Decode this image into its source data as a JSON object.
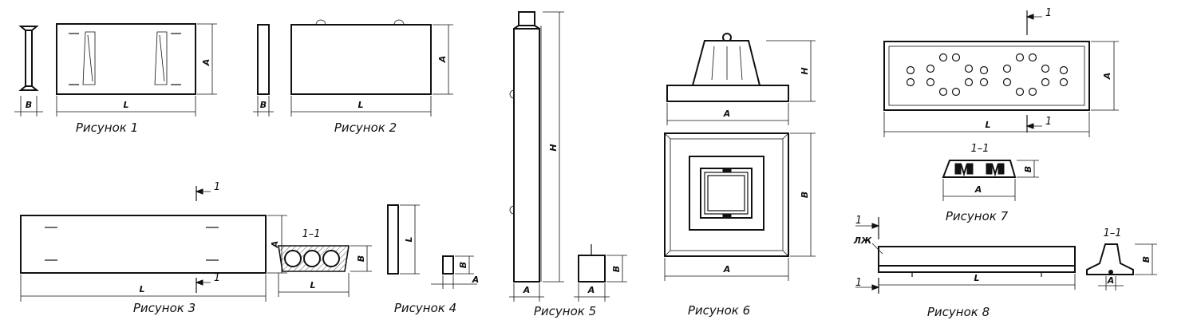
{
  "figures": {
    "f1": {
      "caption": "Рисунок 1",
      "dim_b": "В",
      "dim_l": "L",
      "dim_a": "А"
    },
    "f2": {
      "caption": "Рисунок 2",
      "dim_b": "В",
      "dim_l": "L",
      "dim_a": "А"
    },
    "f3": {
      "caption": "Рисунок 3",
      "dim_l": "L",
      "dim_a": "А",
      "cut_top": "1",
      "cut_bottom": "1",
      "section_label": "1–1",
      "section_dim_l": "L",
      "section_dim_b": "В"
    },
    "f4": {
      "caption": "Рисунок 4",
      "dim_l": "L",
      "dim_b": "В",
      "dim_a": "А"
    },
    "f5": {
      "caption": "Рисунок 5",
      "dim_h": "Н",
      "dim_a": "А",
      "dim_b": "В",
      "dim_a2": "А"
    },
    "f6": {
      "caption": "Рисунок 6",
      "dim_h": "Н",
      "dim_a_top": "А",
      "dim_b": "В",
      "dim_a_bottom": "А"
    },
    "f7": {
      "caption": "Рисунок 7",
      "dim_a": "А",
      "dim_l": "L",
      "cut_top": "1",
      "cut_bottom": "1",
      "section_label": "1–1",
      "section_dim_a": "А",
      "section_dim_b": "В"
    },
    "f8": {
      "caption": "Рисунок 8",
      "dim_l": "L",
      "label_lzh": "ЛЖ",
      "cut_top": "1",
      "cut_bottom": "1",
      "section_label": "1–1",
      "section_dim_b": "В",
      "section_dim_a": "А"
    }
  }
}
